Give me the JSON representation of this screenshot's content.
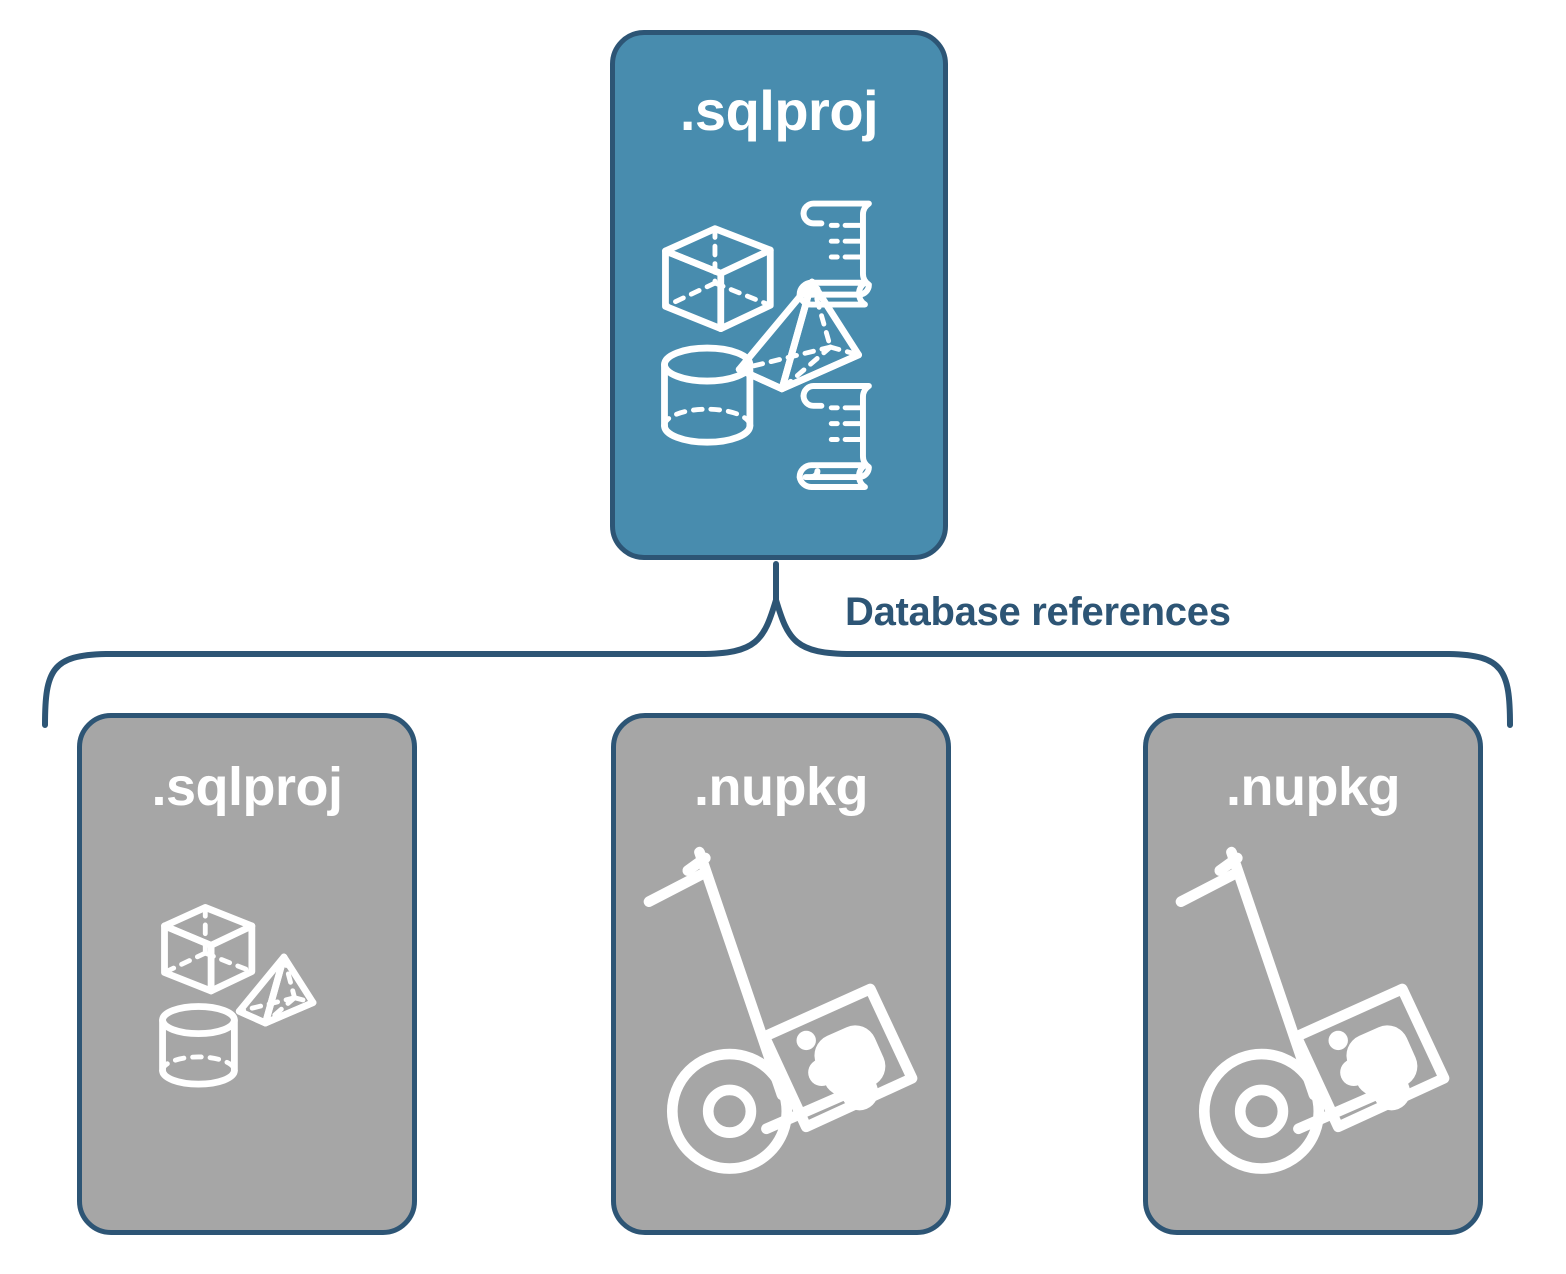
{
  "diagram": {
    "title": "Database references",
    "type": "hierarchy",
    "colors": {
      "primary_fill": "#488CAE",
      "secondary_fill": "#A6A6A6",
      "stroke": "#2D5575",
      "label_text": "#FFFFFF",
      "caption_text": "#2D5575",
      "background": "#FFFFFF"
    },
    "root": {
      "label": ".sqlproj",
      "kind": "primary",
      "icons": [
        "cube-icon",
        "pyramid-icon",
        "cylinder-icon",
        "scroll-icon",
        "scroll-icon"
      ]
    },
    "connector": {
      "label": "Database references",
      "shape": "curly-brace",
      "children_count": 3
    },
    "references": [
      {
        "label": ".sqlproj",
        "kind": "secondary",
        "icons": [
          "cube-icon",
          "pyramid-icon",
          "cylinder-icon"
        ]
      },
      {
        "label": ".nupkg",
        "kind": "secondary",
        "icons": [
          "hand-truck-package-icon"
        ]
      },
      {
        "label": ".nupkg",
        "kind": "secondary",
        "icons": [
          "hand-truck-package-icon"
        ]
      }
    ]
  }
}
